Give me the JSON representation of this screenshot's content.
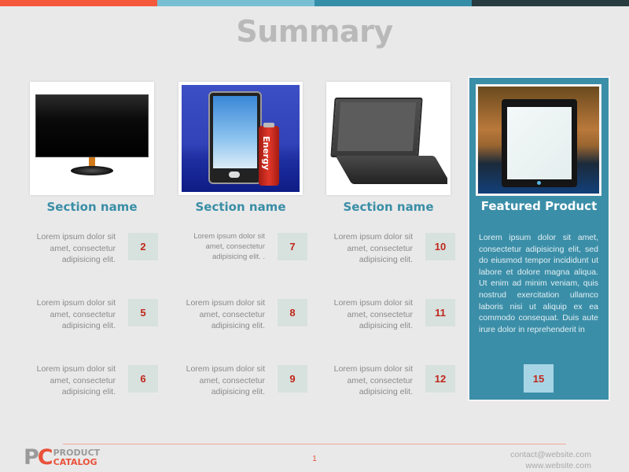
{
  "top_bar": {
    "colors": [
      "#f5583b",
      "#78bfd4",
      "#358ea7",
      "#283b40"
    ]
  },
  "title": "Summary",
  "columns": [
    {
      "section_name": "Section name",
      "image": "monitor",
      "items": [
        {
          "text": "Lorem ipsum dolor sit amet, consectetur adipisicing elit.",
          "number": "2"
        },
        {
          "text": "Lorem ipsum dolor sit amet, consectetur adipisicing elit.",
          "number": "5"
        },
        {
          "text": "Lorem ipsum dolor sit amet, consectetur adipisicing elit.",
          "number": "6"
        }
      ]
    },
    {
      "section_name": "Section name",
      "image": "smartphone-with-energy-battery",
      "items": [
        {
          "text": "Lorem ipsum dolor sit amet, consectetur adipisicing elit. .",
          "number": "7"
        },
        {
          "text": "Lorem ipsum dolor sit amet, consectetur adipisicing elit.",
          "number": "8"
        },
        {
          "text": "Lorem ipsum dolor sit amet, consectetur adipisicing elit.",
          "number": "9"
        }
      ]
    },
    {
      "section_name": "Section name",
      "image": "netbook-laptop",
      "items": [
        {
          "text": "Lorem ipsum dolor sit amet, consectetur adipisicing elit.",
          "number": "10"
        },
        {
          "text": "Lorem ipsum dolor sit amet, consectetur adipisicing elit.",
          "number": "11"
        },
        {
          "text": "Lorem ipsum dolor sit amet, consectetur adipisicing elit.",
          "number": "12"
        }
      ]
    }
  ],
  "battery_label": "Energy",
  "featured": {
    "name": "Featured Product",
    "image": "tablet",
    "description": "Lorem ipsum dolor sit amet, consectetur adipisicing elit, sed do eiusmod tempor incididunt ut labore et dolore magna aliqua. Ut enim ad minim veniam, quis nostrud exercitation ullamco laboris nisi ut aliquip ex ea commodo consequat. Duis aute irure dolor in reprehenderit in",
    "number": "15"
  },
  "footer": {
    "logo": {
      "p": "P",
      "c": "C",
      "line1": "PRODUCT",
      "line2": "CATALOG"
    },
    "page_number": "1",
    "email": "contact@website.com",
    "website": "www.website.com"
  },
  "colors": {
    "accent_teal": "#3b8ea8",
    "accent_red": "#e9523a",
    "number_red": "#c0271b",
    "number_box": "#d7e1de"
  }
}
